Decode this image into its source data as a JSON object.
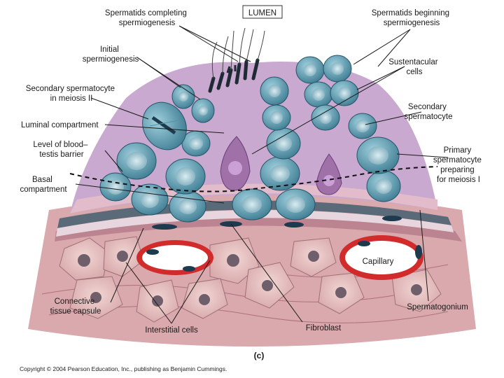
{
  "labels": {
    "lumen": "LUMEN",
    "spermatids_completing": [
      "Spermatids completing",
      "spermiogenesis"
    ],
    "spermatids_beginning": [
      "Spermatids beginning",
      "spermiogenesis"
    ],
    "initial_spermiogenesis": [
      "Initial",
      "spermiogenesis"
    ],
    "sustentacular_cells": [
      "Sustentacular",
      "cells"
    ],
    "secondary_spermatocyte_meiosis": [
      "Secondary spermatocyte",
      "in meiosis II"
    ],
    "secondary_spermatocyte": [
      "Secondary",
      "spermatocyte"
    ],
    "luminal_compartment": "Luminal compartment",
    "level_blood_testis_barrier": [
      "Level of blood–",
      "testis barrier"
    ],
    "primary_spermatocyte": [
      "Primary",
      "spermatocyte",
      "preparing",
      "for meiosis I"
    ],
    "basal_compartment": [
      "Basal",
      "compartment"
    ],
    "capillary": "Capillary",
    "connective_tissue_capsule": [
      "Connective",
      "tissue capsule"
    ],
    "spermatogonium": "Spermatogonium",
    "interstitial_cells": "Interstitial cells",
    "fibroblast": "Fibroblast"
  },
  "panel_label": "(c)",
  "copyright": "Copyright © 2004 Pearson Education, Inc., publishing as Benjamin Cummings.",
  "colors": {
    "luminal": "#c9a9cf",
    "germ_cell": "#4f8ea3",
    "germ_cell_light": "#8dc0cf",
    "sustentacular": "#a070a8",
    "basal_band": "#e2bccb",
    "capsule": "#cfa0a6",
    "interstitial": "#e8c6c4",
    "vessel_red": "#d22b2b",
    "nucleus_dark": "#1e3a4e"
  }
}
